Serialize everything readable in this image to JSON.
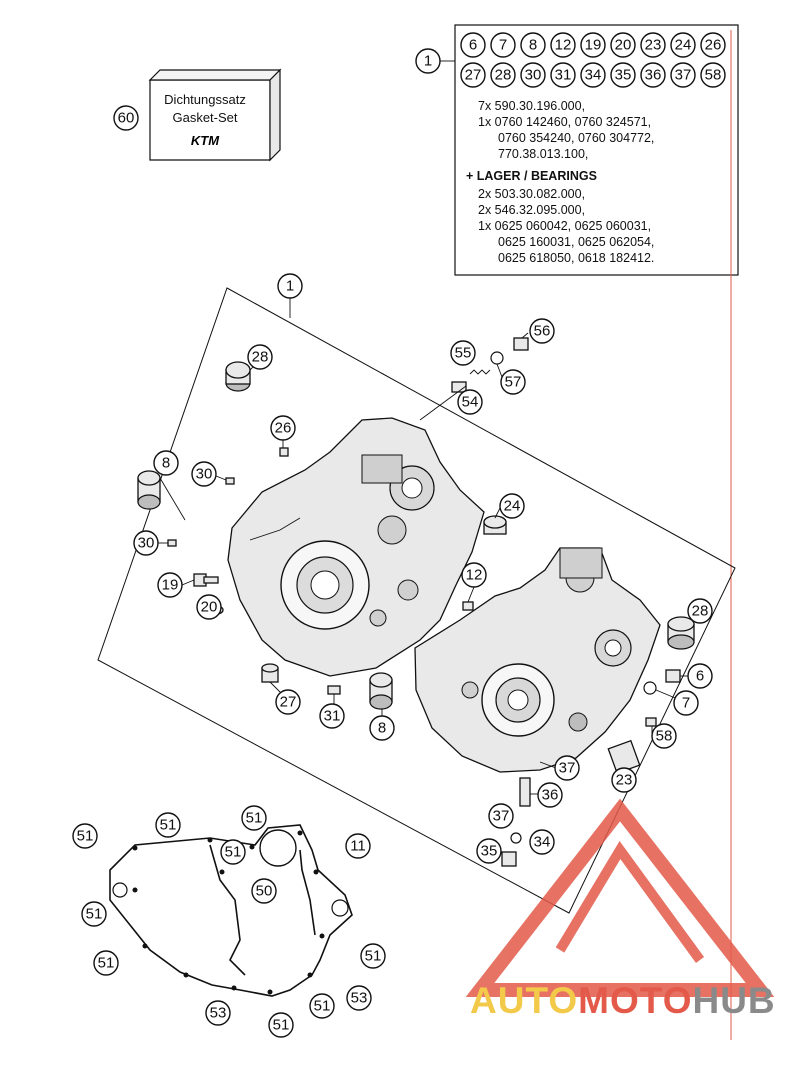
{
  "gasket_set_box": {
    "line1": "Dichtungssatz",
    "line2": "Gasket-Set",
    "brand": "KTM",
    "callout": "60"
  },
  "kit_box": {
    "callout": "1",
    "part_numbers": [
      "6",
      "7",
      "8",
      "12",
      "19",
      "20",
      "23",
      "24",
      "26",
      "27",
      "28",
      "30",
      "31",
      "34",
      "35",
      "36",
      "37",
      "58"
    ],
    "lines": [
      "7x 590.30.196.000,",
      "1x 0760 142460, 0760 324571,",
      "0760 354240, 0760 304772,",
      "770.38.013.100,"
    ],
    "bearings_heading": "+ LAGER / BEARINGS",
    "bearing_lines": [
      "2x 503.30.082.000,",
      "2x 546.32.095.000,",
      "1x 0625 060042, 0625 060031,",
      "0625 160031, 0625 062054,",
      "0625 618050, 0618 182412."
    ]
  },
  "callouts": [
    "1",
    "28",
    "26",
    "8",
    "30",
    "30",
    "19",
    "20",
    "55",
    "54",
    "56",
    "57",
    "24",
    "12",
    "28",
    "6",
    "7",
    "27",
    "31",
    "8",
    "58",
    "37",
    "23",
    "36",
    "37",
    "34",
    "35",
    "51",
    "51",
    "51",
    "51",
    "11",
    "50",
    "51",
    "51",
    "51",
    "53",
    "51",
    "51"
  ],
  "watermark": {
    "part1": "AUTO",
    "part2": "MOTO",
    "part3": "HUB"
  },
  "colors": {
    "accent_red": "#e35a4a",
    "accent_yellow": "#f3c94a",
    "watermark_gray": "#8a8a8a"
  }
}
